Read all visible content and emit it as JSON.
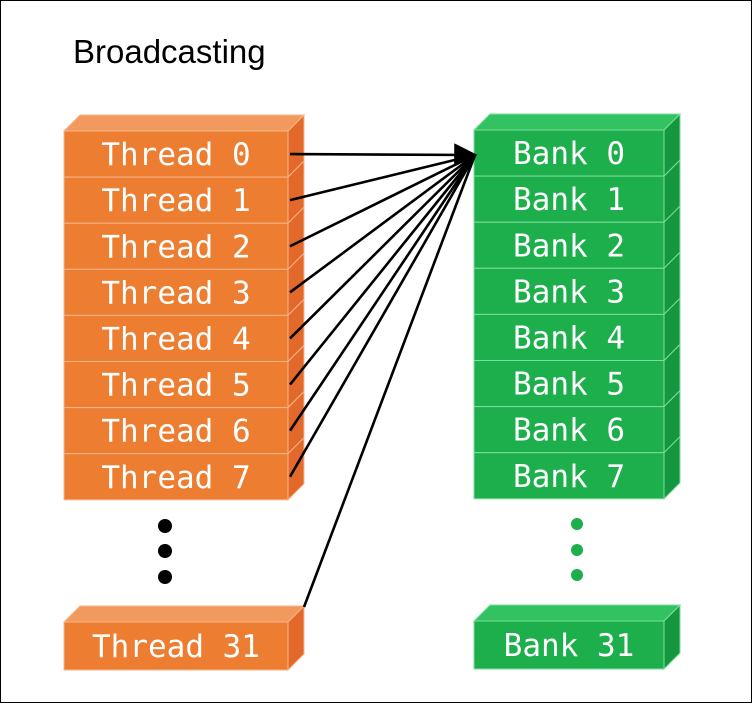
{
  "title": "Broadcasting",
  "colors": {
    "thread_front": "#ED7D31",
    "thread_side": "#E3692A",
    "thread_top": "#F29A5E",
    "thread_border": "#F6B58A",
    "bank_front": "#1CAF4C",
    "bank_side": "#15973F",
    "bank_top": "#33C262",
    "bank_border": "#7FDD9D",
    "arrow": "#000000",
    "dots_threads": "#000000",
    "dots_banks": "#1CAF4C"
  },
  "threads": [
    "Thread 0",
    "Thread 1",
    "Thread 2",
    "Thread 3",
    "Thread 4",
    "Thread 5",
    "Thread 6",
    "Thread 7"
  ],
  "thread_last": "Thread 31",
  "banks": [
    "Bank 0",
    "Bank 1",
    "Bank 2",
    "Bank 3",
    "Bank 4",
    "Bank 5",
    "Bank 6",
    "Bank 7"
  ],
  "bank_last": "Bank 31",
  "target_bank": "Bank 0"
}
